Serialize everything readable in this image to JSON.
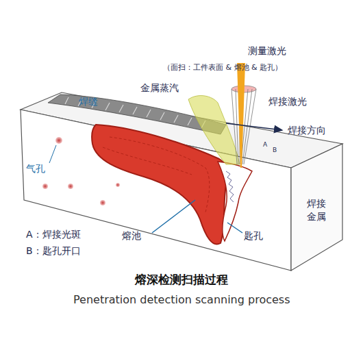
{
  "diagram": {
    "caption": "熔深检测扫描过程",
    "labels": [
      "测量激光",
      "（面扫：工件表面 & 熔池 & 匙孔）",
      "金属蒸汽",
      "焊接激光",
      "焊缝",
      "焊接方向",
      "A",
      "B",
      "气孔",
      "焊接 金属",
      "A：焊接光斑",
      "B：匙孔开口",
      "熔池",
      "匙孔",
      "Penetration detection scanning process"
    ]
  }
}
